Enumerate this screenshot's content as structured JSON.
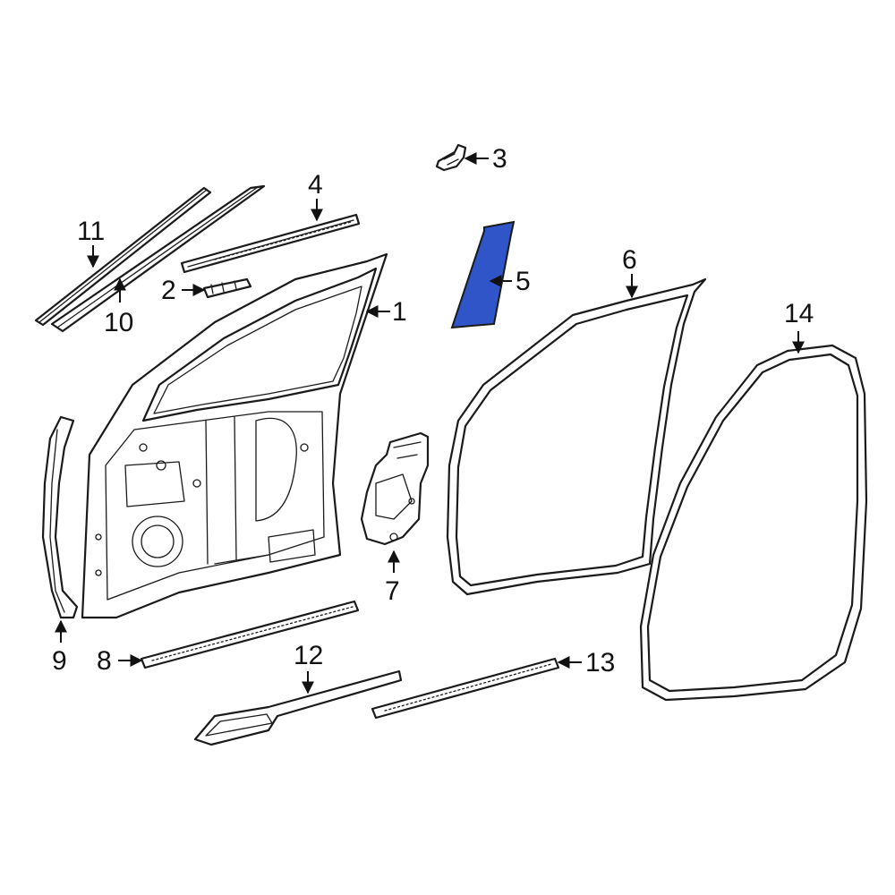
{
  "callouts": [
    {
      "id": "1",
      "label": "1"
    },
    {
      "id": "2",
      "label": "2"
    },
    {
      "id": "3",
      "label": "3"
    },
    {
      "id": "4",
      "label": "4"
    },
    {
      "id": "5",
      "label": "5"
    },
    {
      "id": "6",
      "label": "6"
    },
    {
      "id": "7",
      "label": "7"
    },
    {
      "id": "8",
      "label": "8"
    },
    {
      "id": "9",
      "label": "9"
    },
    {
      "id": "10",
      "label": "10"
    },
    {
      "id": "11",
      "label": "11"
    },
    {
      "id": "12",
      "label": "12"
    },
    {
      "id": "13",
      "label": "13"
    },
    {
      "id": "14",
      "label": "14"
    }
  ],
  "highlight": {
    "part": "5",
    "color": "#2f55c8"
  },
  "line_color": "#1a1a1a"
}
